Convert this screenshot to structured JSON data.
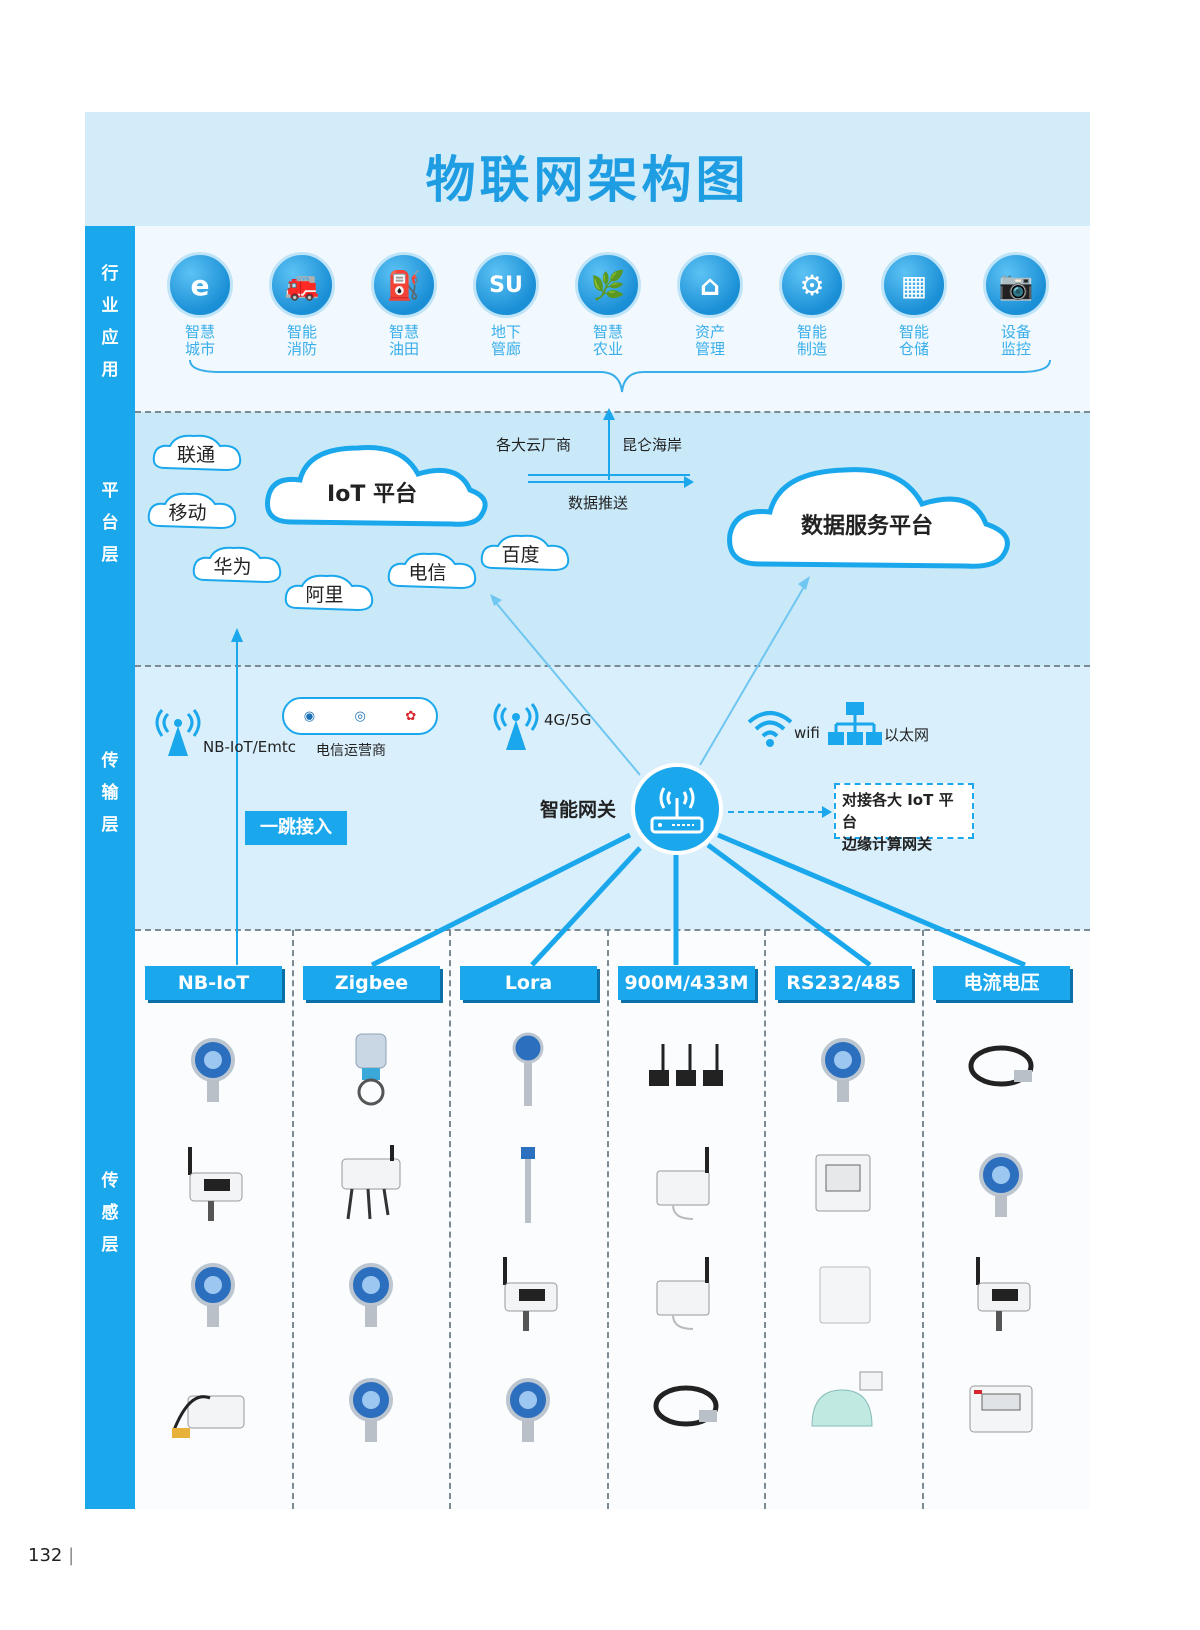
{
  "title": "物联网架构图",
  "layers": {
    "industry": "行\n业\n应\n用",
    "platform": "平\n台\n层",
    "transport": "传\n输\n层",
    "sensing": "传\n感\n层"
  },
  "apps": [
    {
      "line1": "智慧",
      "line2": "城市",
      "icon": "city-e-icon",
      "glyph": "e"
    },
    {
      "line1": "智能",
      "line2": "消防",
      "icon": "fire-truck-icon",
      "glyph": "🚒"
    },
    {
      "line1": "智慧",
      "line2": "油田",
      "icon": "oil-derrick-icon",
      "glyph": "⛽"
    },
    {
      "line1": "地下",
      "line2": "管廊",
      "icon": "pipe-gallery-icon",
      "glyph": "SU"
    },
    {
      "line1": "智慧",
      "line2": "农业",
      "icon": "leaf-icon",
      "glyph": "🌿"
    },
    {
      "line1": "资产",
      "line2": "管理",
      "icon": "house-yen-icon",
      "glyph": "⌂"
    },
    {
      "line1": "智能",
      "line2": "制造",
      "icon": "manufacturing-icon",
      "glyph": "⚙"
    },
    {
      "line1": "智能",
      "line2": "仓储",
      "icon": "warehouse-icon",
      "glyph": "▦"
    },
    {
      "line1": "设备",
      "line2": "监控",
      "icon": "camera-icon",
      "glyph": "📷"
    }
  ],
  "platform": {
    "carriers": [
      "联通",
      "移动",
      "华为",
      "阿里",
      "电信",
      "百度"
    ],
    "iot_platform": "IoT 平台",
    "data_platform": "数据服务平台",
    "cloud_vendors": "各大云厂商",
    "kunlun": "昆仑海岸",
    "data_push": "数据推送"
  },
  "transport": {
    "nbiot_emtc": "NB-IoT/Emtc",
    "carrier_ops": "电信运营商",
    "net_4g5g": "4G/5G",
    "wifi": "wifi",
    "ethernet": "以太网",
    "gateway": "智能网关",
    "edge_line1": "对接各大 IoT 平台",
    "edge_line2": "边缘计算网关",
    "one_hop": "一跳接入"
  },
  "protocols": [
    "NB-IoT",
    "Zigbee",
    "Lora",
    "900M/433M",
    "RS232/485",
    "电流电压"
  ],
  "page_number": "132"
}
